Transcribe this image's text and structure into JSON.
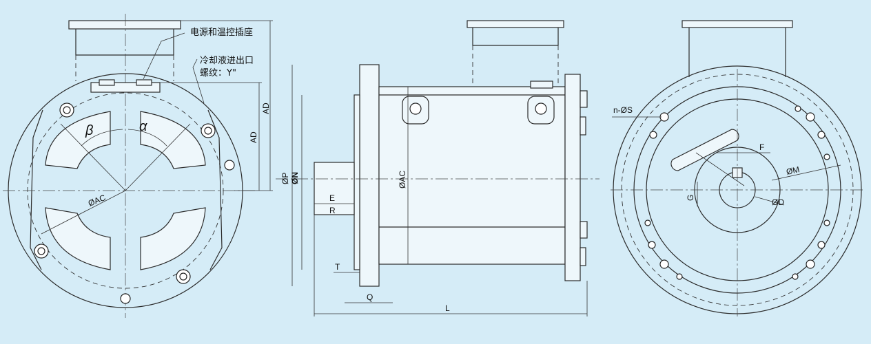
{
  "labels": {
    "connector_note": "电源和温控插座",
    "coolant_note": "冷却液进出口",
    "thread_note": "螺纹：Y\"",
    "ad": "AD",
    "beta": "β",
    "alpha": "α",
    "ac": "ØAC",
    "p": "ØP",
    "n": "ØN",
    "e": "E",
    "r": "R",
    "t": "T",
    "q": "Q",
    "l": "L",
    "ns": "n-ØS",
    "f": "F",
    "m": "ØM",
    "g": "G",
    "d": "ØD"
  },
  "colors": {
    "background": "#d5ecf7",
    "line": "#2b2b2b"
  }
}
